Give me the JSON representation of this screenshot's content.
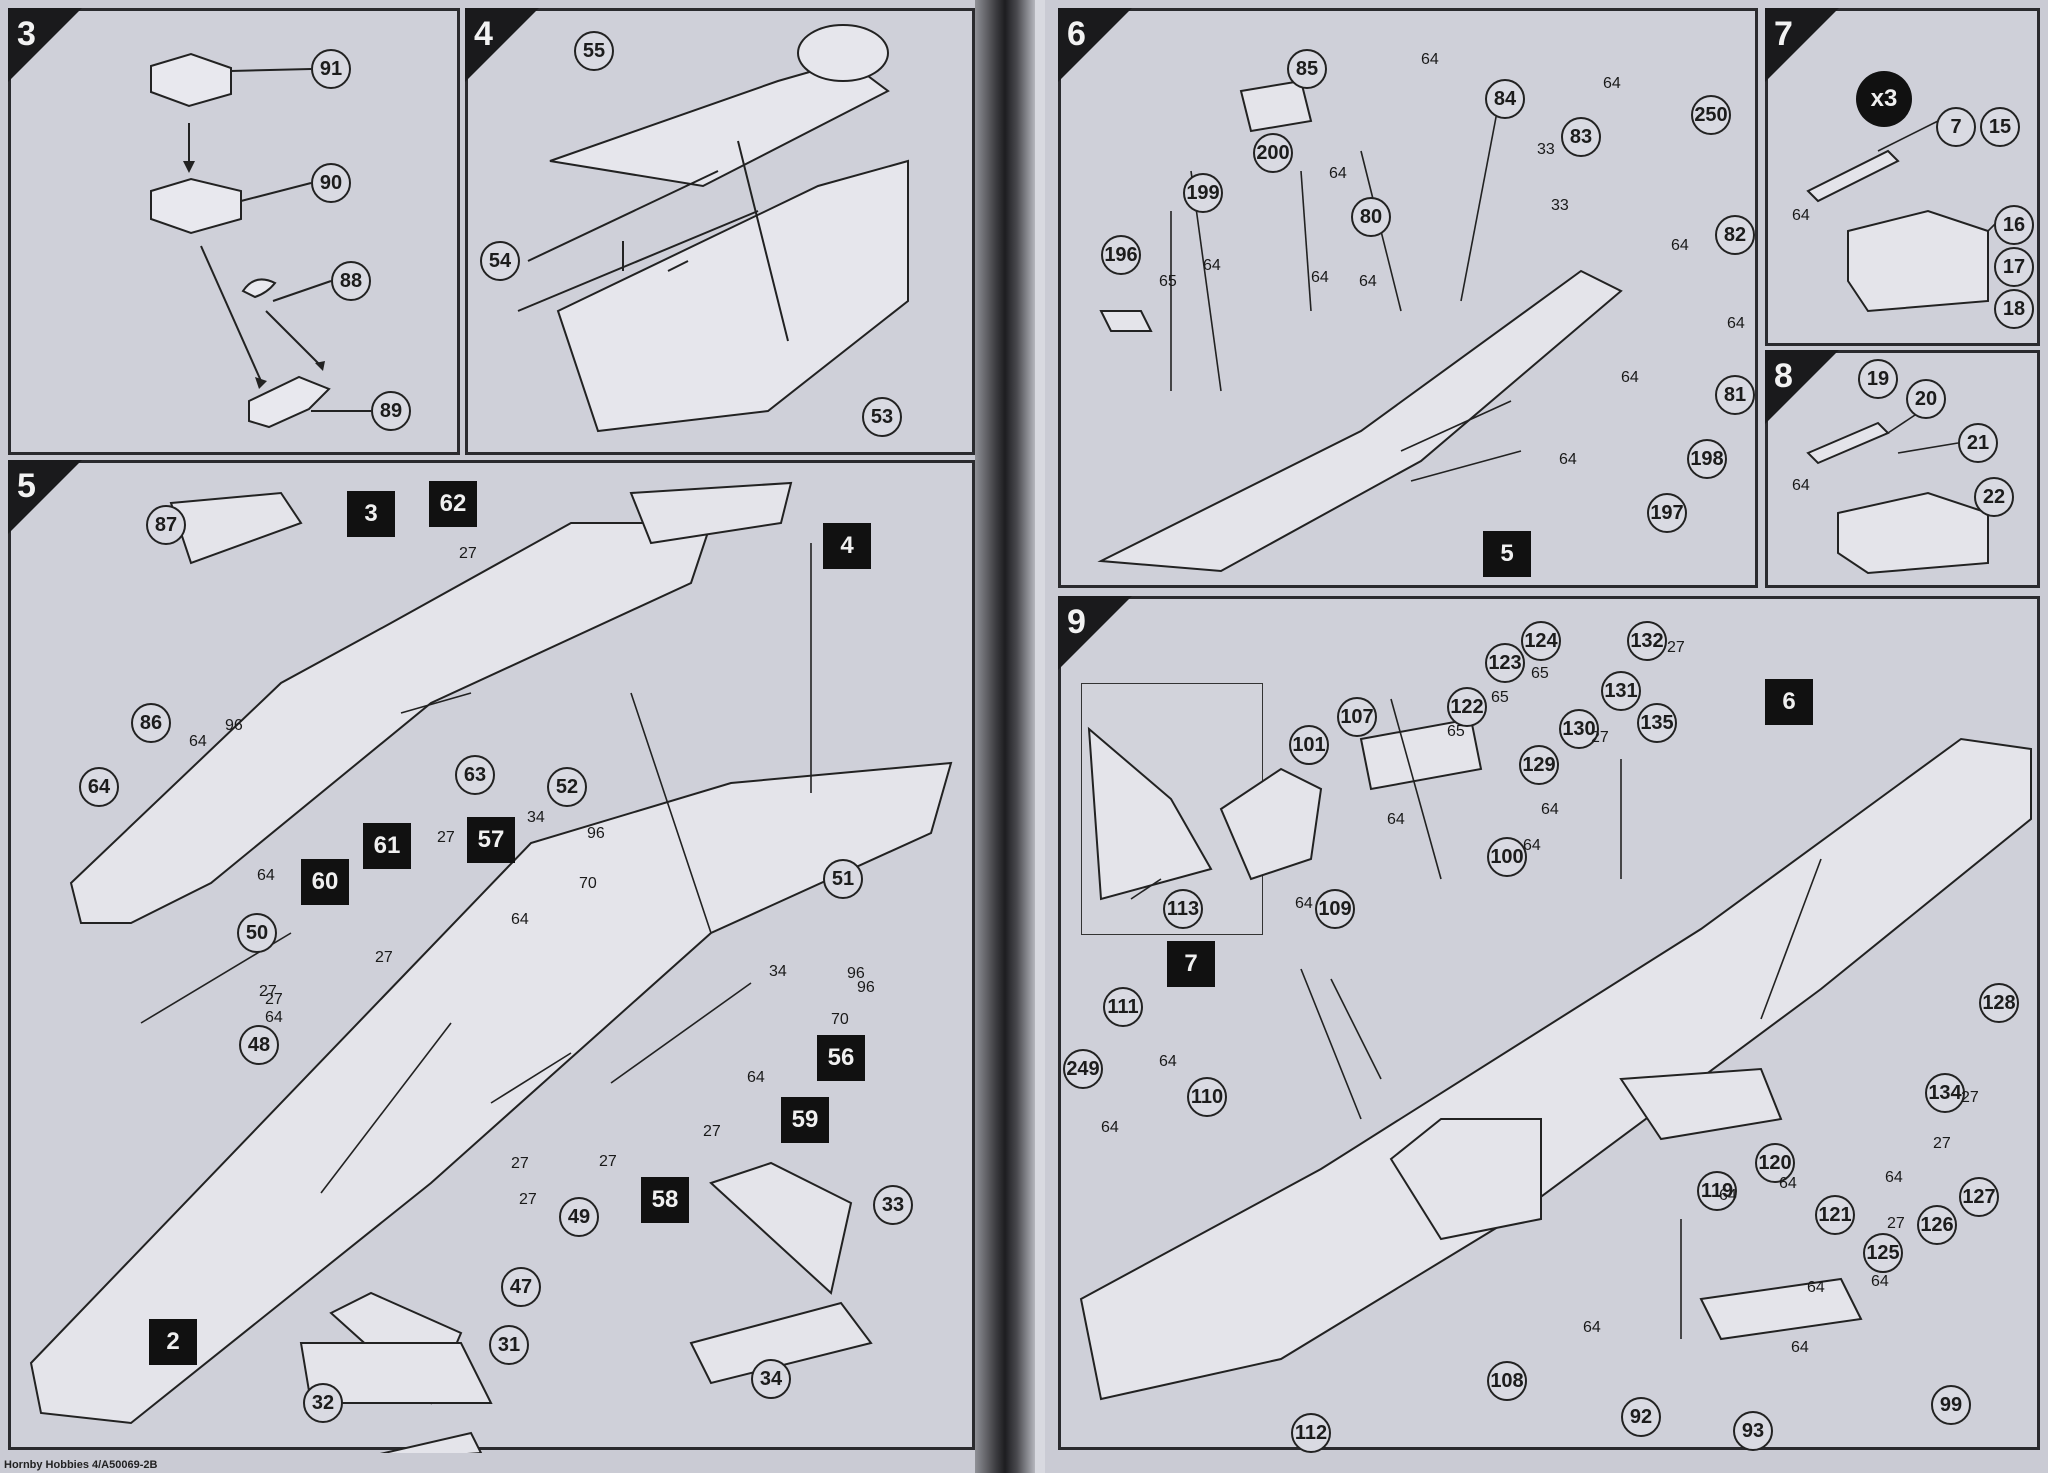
{
  "steps": {
    "s3": {
      "num": "3",
      "parts": [
        "91",
        "90",
        "88",
        "89"
      ]
    },
    "s4": {
      "num": "4",
      "parts": [
        "55",
        "54",
        "53"
      ]
    },
    "s5": {
      "num": "5",
      "parts": [
        "87",
        "86",
        "96",
        "64",
        "63",
        "52",
        "50",
        "48",
        "51",
        "49",
        "47",
        "31",
        "32",
        "34",
        "33"
      ],
      "boxes": [
        "3",
        "62",
        "61",
        "57",
        "60",
        "56",
        "59",
        "58",
        "4",
        "2"
      ],
      "colors": [
        "27",
        "27",
        "64",
        "64",
        "64",
        "34",
        "96",
        "70",
        "27",
        "27",
        "34",
        "96",
        "70",
        "64",
        "27",
        "27",
        "27",
        "27",
        "27",
        "96",
        "64"
      ]
    },
    "s6": {
      "num": "6",
      "parts": [
        "85",
        "84",
        "83",
        "250",
        "200",
        "199",
        "80",
        "196",
        "82",
        "81",
        "198",
        "197"
      ],
      "boxes": [
        "5"
      ],
      "colors": [
        "64",
        "64",
        "33",
        "33",
        "64",
        "64",
        "64",
        "64",
        "65",
        "64",
        "64",
        "64",
        "64"
      ]
    },
    "s7": {
      "num": "7",
      "badge": "x3",
      "parts": [
        "7",
        "15",
        "16",
        "17",
        "18"
      ],
      "colors": [
        "64"
      ]
    },
    "s8": {
      "num": "8",
      "parts": [
        "19",
        "20",
        "21",
        "22"
      ],
      "colors": [
        "64"
      ]
    },
    "s9": {
      "num": "9",
      "parts": [
        "101",
        "107",
        "122",
        "123",
        "124",
        "132",
        "131",
        "130",
        "129",
        "135",
        "100",
        "113",
        "109",
        "111",
        "110",
        "249",
        "128",
        "134",
        "127",
        "126",
        "125",
        "119",
        "120",
        "121",
        "108",
        "112",
        "92",
        "93",
        "99"
      ],
      "boxes": [
        "6",
        "7"
      ],
      "colors": [
        "64",
        "65",
        "65",
        "65",
        "27",
        "27",
        "64",
        "64",
        "64",
        "64",
        "64",
        "64",
        "64",
        "27",
        "27",
        "27",
        "64",
        "64",
        "64",
        "64",
        "64"
      ]
    }
  },
  "footer": "Hornby Hobbies 4/A50069-2B"
}
